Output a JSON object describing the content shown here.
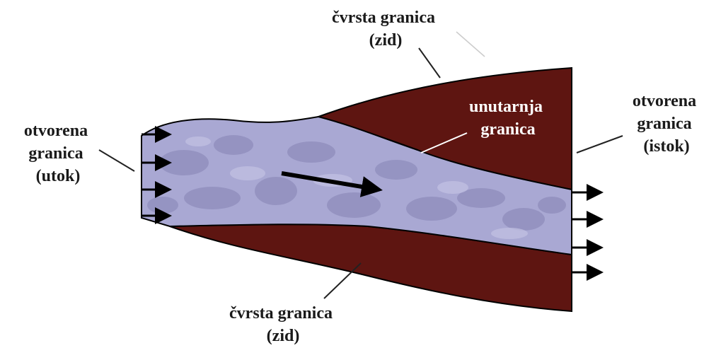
{
  "labels": {
    "top_wall": [
      "čvrsta granica",
      "(zid)"
    ],
    "bottom_wall": [
      "čvrsta granica",
      "(zid)"
    ],
    "inlet": [
      "otvorena",
      "granica",
      "(utok)"
    ],
    "outlet": [
      "otvorena",
      "granica",
      "(istok)"
    ],
    "interface": [
      "unutarnja",
      "granica"
    ]
  },
  "colors": {
    "wall_fill": "#5e1511",
    "fluid_fill": "#a9a8d3",
    "fluid_texture": "#8b89b8",
    "outline": "#000000",
    "inner_text": "#ffffff"
  },
  "icons": {
    "inlet_arrows": "arrow-right-icon",
    "outlet_arrows": "arrow-right-icon",
    "flow_direction": "arrow-right-icon"
  }
}
